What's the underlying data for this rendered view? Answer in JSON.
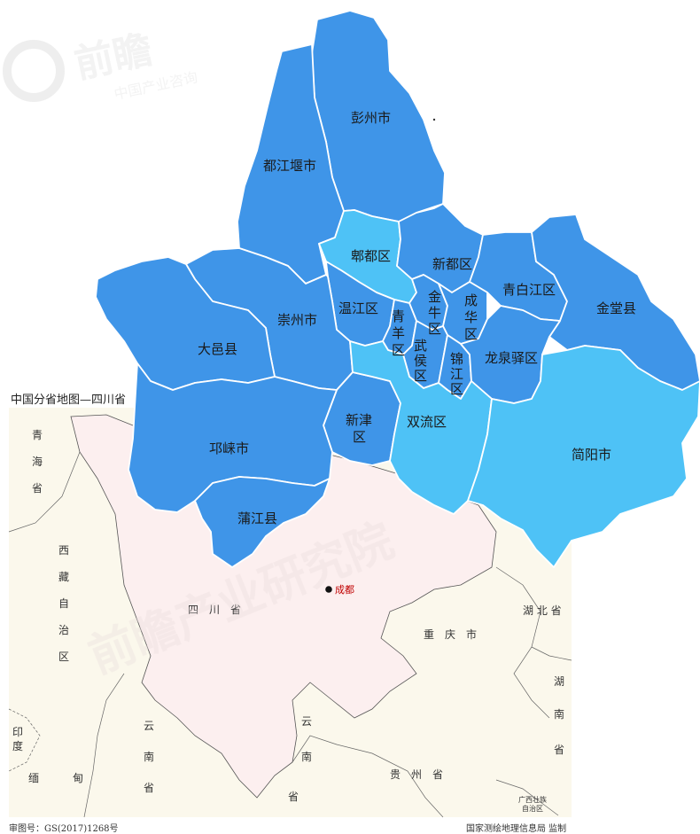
{
  "colors": {
    "dark_blue": "#3f95e8",
    "light_blue": "#4ec2f6",
    "inset_bg": "#fbf8ec",
    "sichuan_fill": "#fcefef",
    "border": "#ffffff",
    "capital": "#c00000"
  },
  "map_title": "中国分省地图—四川省",
  "inset_labels": {
    "qinghai": [
      "青",
      "海",
      "省"
    ],
    "xizang": [
      "西",
      "藏",
      "自",
      "治",
      "区"
    ],
    "yindu": [
      "印",
      "度"
    ],
    "miandian": [
      "缅",
      "甸"
    ],
    "yunnan_left": [
      "云",
      "南",
      "省"
    ],
    "yunnan_mid": [
      "云",
      "南",
      "省"
    ],
    "sichuan": "四　川　省",
    "chongqing": "重　庆　市",
    "hubei": "湖 北 省",
    "hunan": [
      "湖",
      "南",
      "省"
    ],
    "guizhou": "贵　州　省",
    "guangxi_line1": "广西壮族",
    "guangxi_line2": "自治区"
  },
  "capital": "成都",
  "footer": {
    "left": "审图号：GS(2017)1268号",
    "right": "国家测绘地理信息局 监制"
  },
  "watermark": {
    "brand": "前瞻",
    "sub": "中国产业咨询",
    "slogan": "前瞻产业研究院"
  },
  "districts": [
    {
      "id": "pengzhou",
      "label": "彭州市",
      "shade": "dark"
    },
    {
      "id": "dujiangyan",
      "label": "都江堰市",
      "shade": "dark"
    },
    {
      "id": "pidu",
      "label": "郫都区",
      "shade": "light"
    },
    {
      "id": "xindu",
      "label": "新都区",
      "shade": "dark"
    },
    {
      "id": "qingbaijiang",
      "label": "青白江区",
      "shade": "dark"
    },
    {
      "id": "jintang",
      "label": "金堂县",
      "shade": "dark"
    },
    {
      "id": "jinniu",
      "label": "金牛区",
      "shade": "dark"
    },
    {
      "id": "chenghua",
      "label": "成华区",
      "shade": "dark"
    },
    {
      "id": "wenjiang",
      "label": "温江区",
      "shade": "dark"
    },
    {
      "id": "qingyang",
      "label": "青羊区",
      "shade": "dark"
    },
    {
      "id": "wuhou",
      "label": "武侯区",
      "shade": "dark"
    },
    {
      "id": "jinjiang",
      "label": "锦江区",
      "shade": "dark"
    },
    {
      "id": "longquanyi",
      "label": "龙泉驿区",
      "shade": "dark"
    },
    {
      "id": "chongzhou",
      "label": "崇州市",
      "shade": "dark"
    },
    {
      "id": "dayi",
      "label": "大邑县",
      "shade": "dark"
    },
    {
      "id": "xinjin",
      "label": "新津区",
      "shade": "dark"
    },
    {
      "id": "shuangliu",
      "label": "双流区",
      "shade": "light"
    },
    {
      "id": "jianyang",
      "label": "简阳市",
      "shade": "light"
    },
    {
      "id": "qionglai",
      "label": "邛崃市",
      "shade": "dark"
    },
    {
      "id": "pujiang",
      "label": "蒲江县",
      "shade": "dark"
    }
  ]
}
